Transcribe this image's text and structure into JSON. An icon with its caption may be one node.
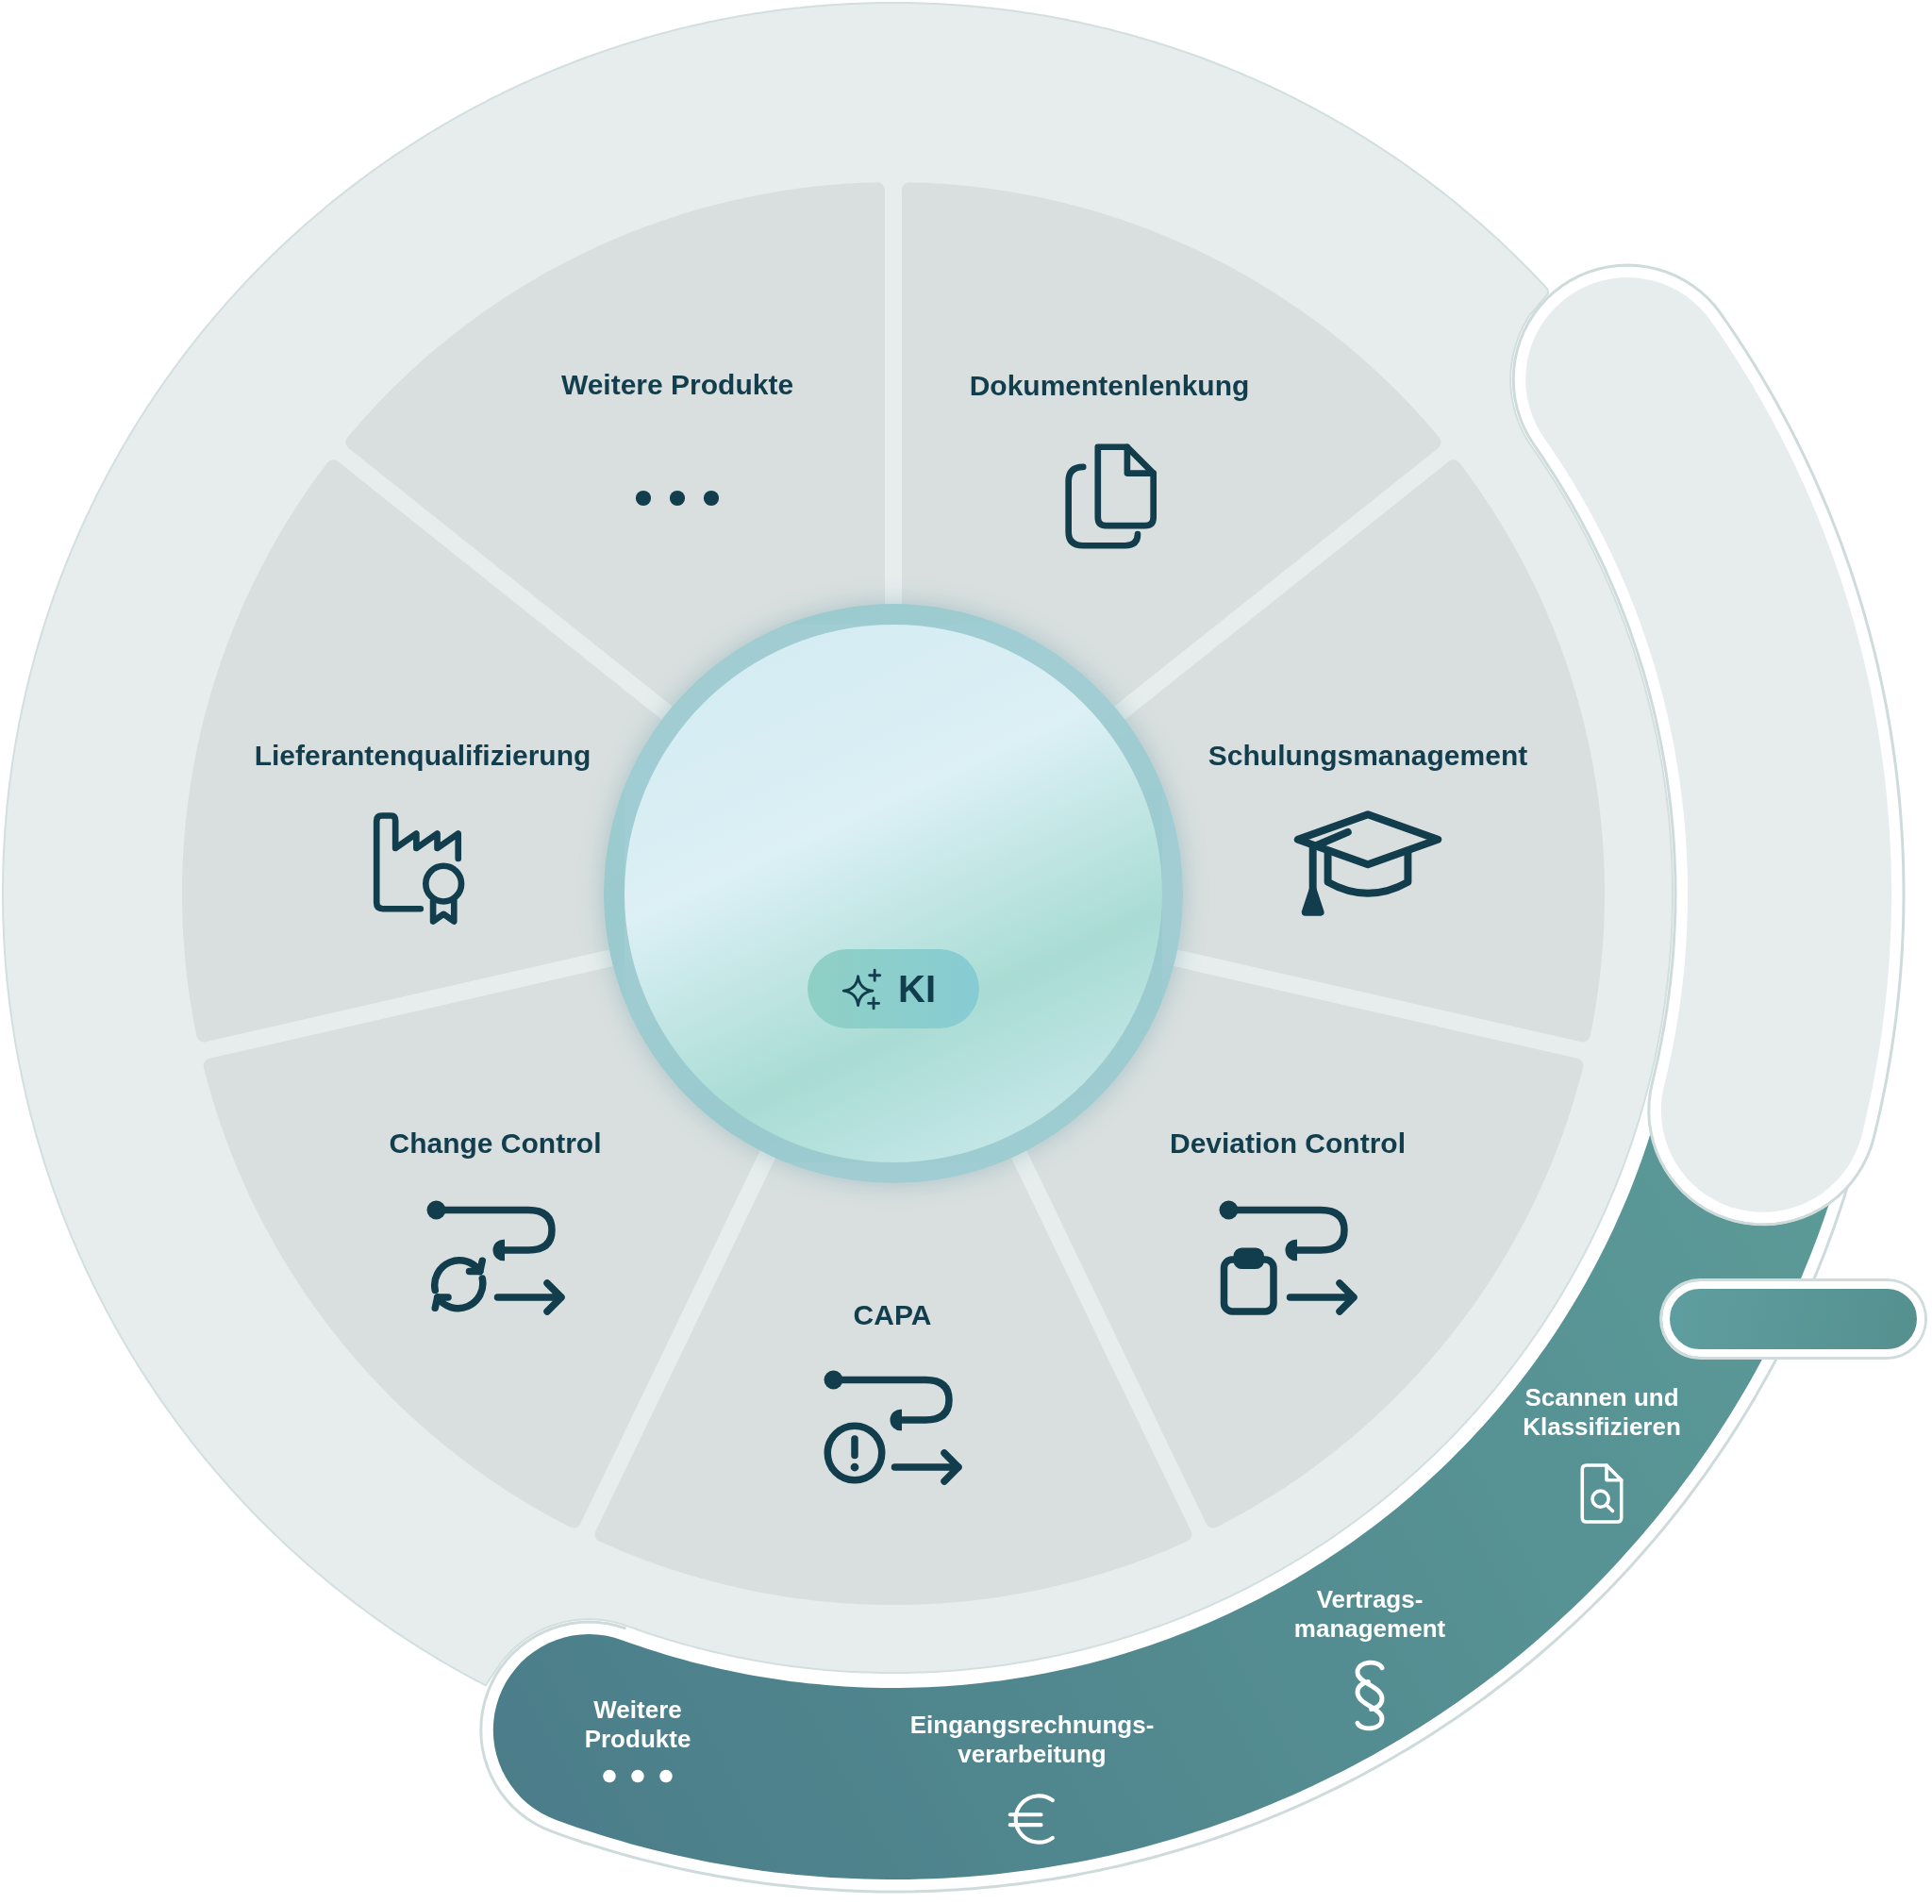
{
  "diagram": {
    "nodes": [
      {
        "text": [],
        "shape": "circle"
      },
      {
        "text": [],
        "shape": "circle",
        "in": 0
      },
      {
        "text": [
          "KI"
        ],
        "in": 1
      },
      {
        "text": [
          "Weitere Produkte"
        ],
        "in": 0
      },
      {
        "text": [
          "Dokumentenlenkung"
        ],
        "in": 0
      },
      {
        "text": [
          "Schulungsmanagement"
        ],
        "in": 0
      },
      {
        "text": [
          "Deviation Control"
        ],
        "in": 0
      },
      {
        "text": [
          "CAPA"
        ],
        "in": 0
      },
      {
        "text": [
          "Change Control"
        ],
        "in": 0
      },
      {
        "text": [
          "Lieferantenqualifizierung"
        ],
        "in": 0
      },
      {
        "text": [],
        "shape": "band"
      },
      {
        "text": [],
        "shape": "box"
      },
      {
        "text": [
          "Scannen und Klassifizieren",
          "Vertrags- management",
          "Eingangsrechnungs- verarbeitung",
          "Weitere Produkte"
        ]
      }
    ]
  }
}
